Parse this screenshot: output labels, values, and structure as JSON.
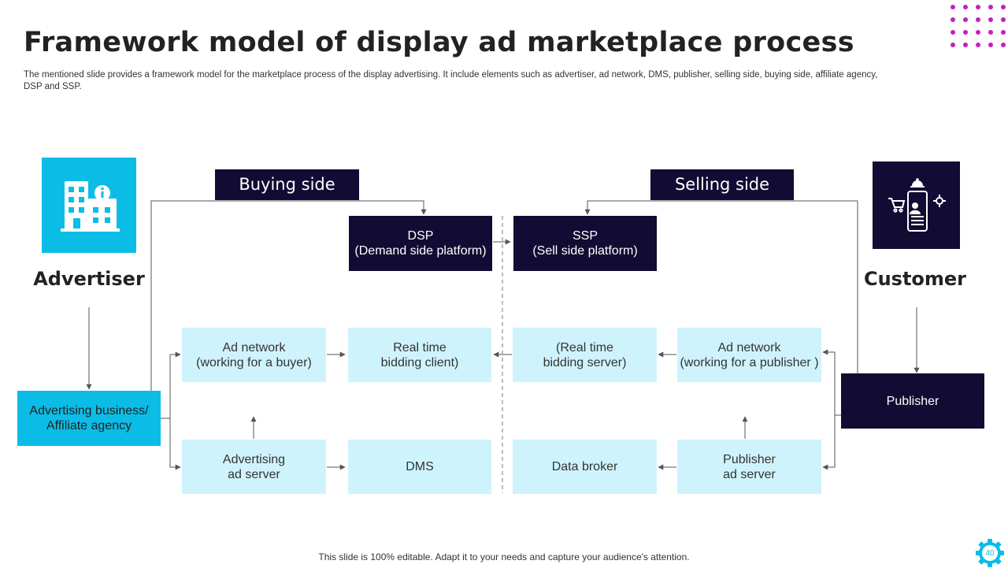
{
  "slide": {
    "title": "Framework model of display ad marketplace process",
    "subtitle": "The mentioned slide provides a framework model for the marketplace process of the display advertising. It include elements such as advertiser, ad network, DMS,  publisher, selling side, buying side, affiliate agency, DSP and SSP.",
    "footer": "This slide is 100% editable. Adapt it to your needs and capture your audience's attention.",
    "page_number": "40"
  },
  "advertiser": {
    "label": "Advertiser",
    "icon": "office-building-info-icon"
  },
  "customer": {
    "label": "Customer",
    "icon": "online-shopping-phone-icon"
  },
  "buying_side": {
    "label": "Buying side",
    "dsp": "DSP\n(Demand side platform)",
    "ad_network": "Ad network\n(working for a buyer)",
    "rtb_client": "Real time\nbidding client)",
    "ad_server": "Advertising\nad server",
    "dms": "DMS"
  },
  "selling_side": {
    "label": "Selling side",
    "ssp": "SSP\n(Sell side platform)",
    "rtb_server": "(Real time\nbidding server)",
    "ad_network": "Ad network\n(working for a publisher )",
    "data_broker": "Data broker",
    "publisher_ad_server": "Publisher\nad server"
  },
  "affiliate": "Advertising business/\nAffiliate agency",
  "publisher": "Publisher",
  "colors": {
    "dark_navy": "#120b33",
    "light_cyan": "#cff3fc",
    "cyan": "#0bbde6",
    "magenta_dots": "#c41fc0"
  }
}
